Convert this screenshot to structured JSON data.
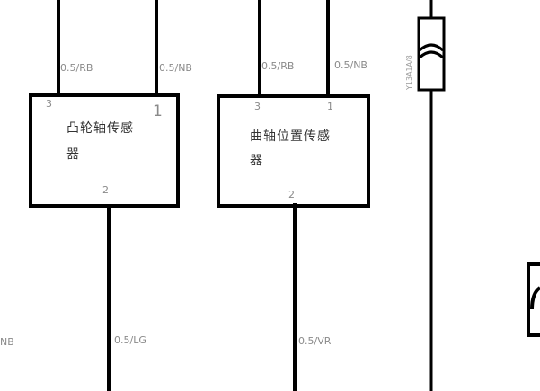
{
  "colors": {
    "wire": "#000000",
    "label": "#8a8a8a",
    "text": "#333333"
  },
  "camshaft_sensor": {
    "name_line1": "凸轮轴传感",
    "name_line2": "器",
    "pin_3": "3",
    "pin_1": "1",
    "pin_2": "2",
    "wire_pin3": "0.5/RB",
    "wire_pin1": "0.5/NB",
    "wire_pin2": "0.5/LG"
  },
  "crankshaft_sensor": {
    "name_line1": "曲轴位置传感",
    "name_line2": "器",
    "pin_3": "3",
    "pin_1": "1",
    "pin_2": "2",
    "wire_pin3": "0.5/RB",
    "wire_pin1": "0.5/NB",
    "wire_pin2": "0.5/VR"
  },
  "fuse": {
    "label": "Y13A1A/8"
  },
  "left_edge_label": "NB"
}
